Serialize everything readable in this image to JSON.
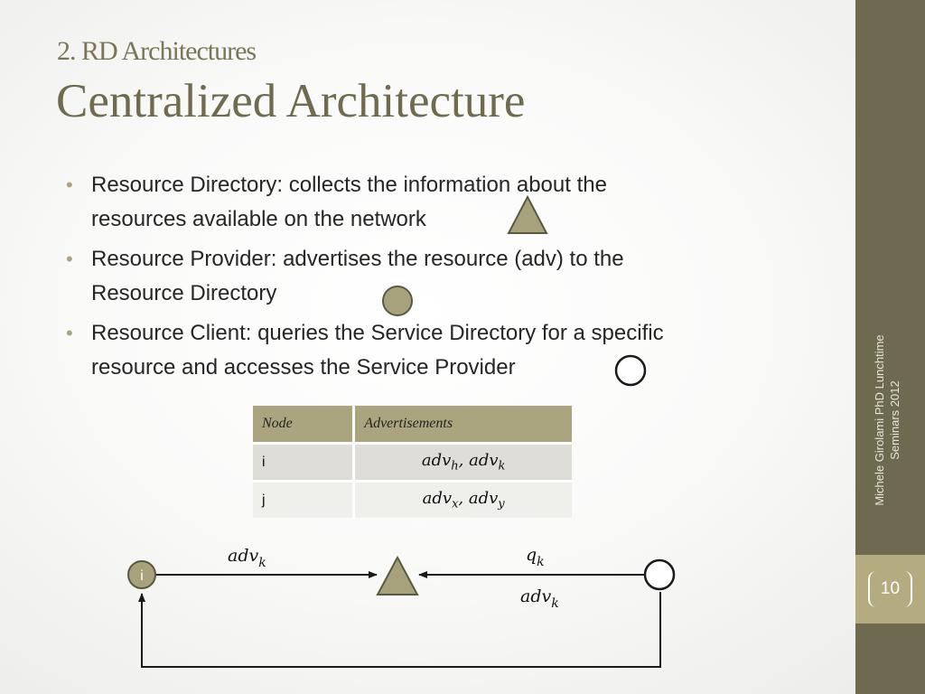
{
  "slide": {
    "subtitle": "2. RD Architectures",
    "title": "Centralized Architecture"
  },
  "bullets": [
    {
      "line1": "Resource Directory: collects the information about the",
      "line2": "resources available on the network"
    },
    {
      "line1": "Resource Provider: advertises the resource (adv) to the",
      "line2": "Resource Directory"
    },
    {
      "line1": "Resource Client: queries the Service Directory for a specific",
      "line2": "resource and accesses the Service Provider"
    }
  ],
  "table": {
    "headers": [
      "Node",
      "Advertisements"
    ],
    "rows": [
      {
        "node": "i",
        "adv_a": "adv",
        "sub_a": "h",
        "adv_b": "adv",
        "sub_b": "k"
      },
      {
        "node": "j",
        "adv_a": "adv",
        "sub_a": "x",
        "adv_b": "adv",
        "sub_b": "y"
      }
    ]
  },
  "diagram": {
    "node_label": "i",
    "adv_label": "adv",
    "adv_sub": "k",
    "query_label": "q",
    "query_sub": "k",
    "reply_label": "adv",
    "reply_sub": "k"
  },
  "footer": {
    "line1": "Michele Girolami PhD Lunchtime",
    "line2": "Seminars 2012"
  },
  "page_number": "10",
  "colors": {
    "sidebar": "#6d6a4f",
    "page_box": "#b5ab80",
    "accent_olive": "#aaa57f",
    "title": "#6f6b4f"
  }
}
